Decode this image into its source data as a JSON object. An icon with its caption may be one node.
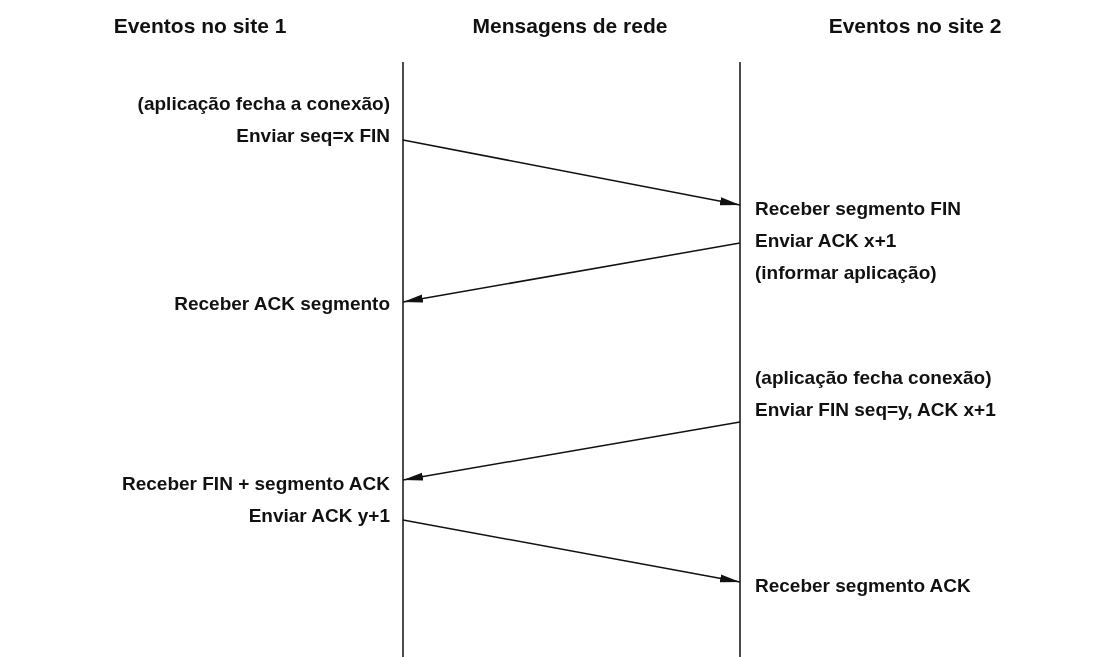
{
  "diagram": {
    "nodes": [
      {
        "text": [
          "(aplicação fecha a conexão)",
          "Enviar seq=x FIN"
        ]
      },
      {
        "text": [
          "Receber segmento FIN",
          "Enviar ACK x+1",
          "(informar aplicação)"
        ]
      },
      {
        "text": [
          "Receber ACK segmento"
        ]
      },
      {
        "text": [
          "(aplicação fecha conexão)",
          "Enviar FIN seq=y, ACK x+1"
        ]
      },
      {
        "text": [
          "Receber FIN + segmento ACK",
          "Enviar ACK y+1"
        ]
      },
      {
        "text": [
          "Receber segmento ACK"
        ]
      }
    ],
    "edges": [
      {
        "from": 0,
        "to": 1,
        "arrow": "to"
      },
      {
        "from": 1,
        "to": 2,
        "arrow": "to"
      },
      {
        "from": 3,
        "to": 4,
        "arrow": "to"
      },
      {
        "from": 4,
        "to": 5,
        "arrow": "to"
      }
    ],
    "labels": [
      "Eventos no site 1",
      "Mensagens de rede",
      "Eventos no site 2"
    ]
  }
}
